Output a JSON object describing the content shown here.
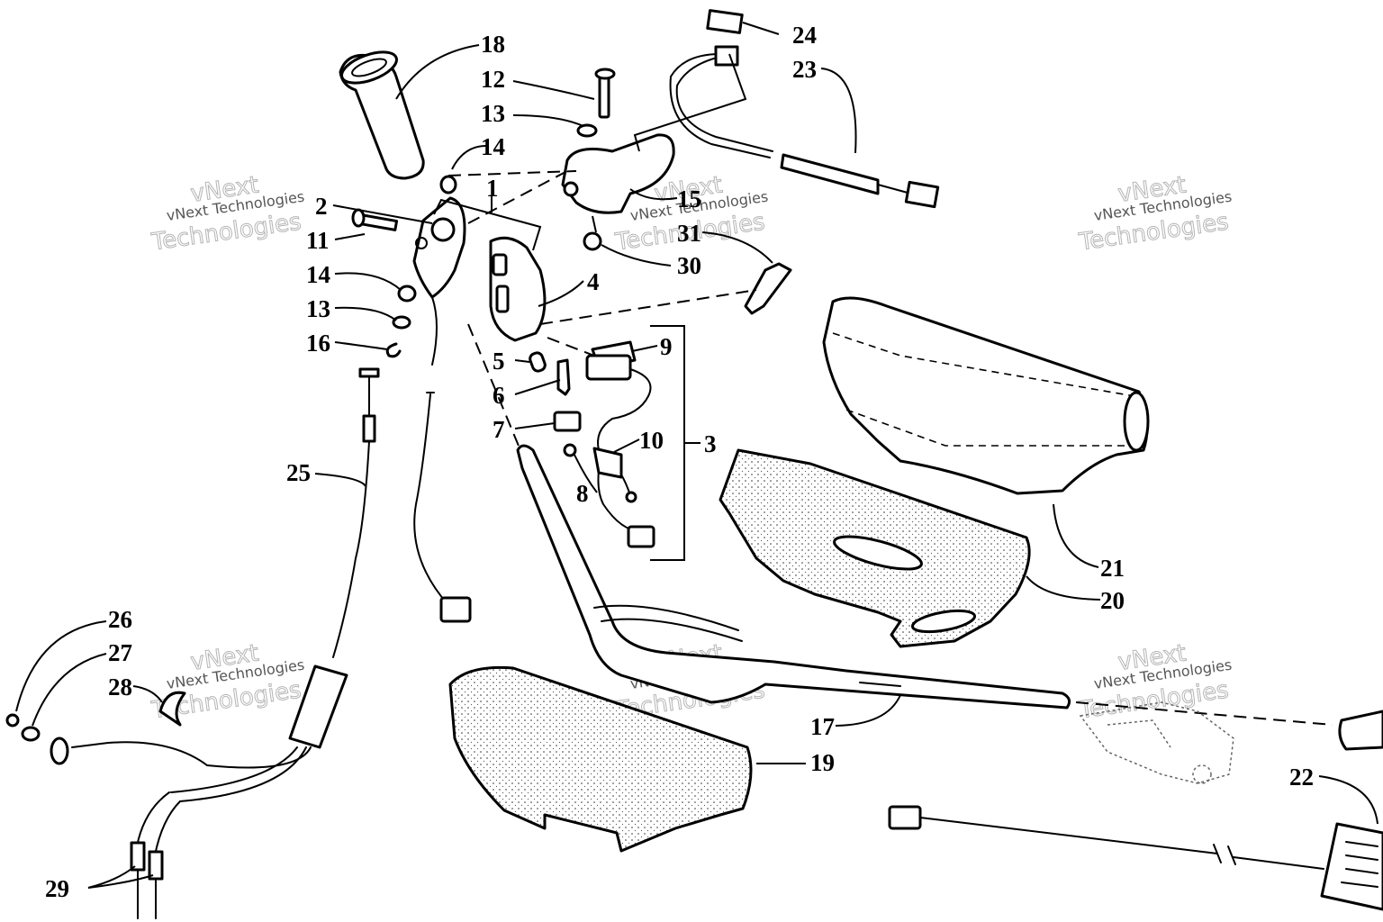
{
  "callouts": [
    {
      "id": "1",
      "label": "1"
    },
    {
      "id": "2",
      "label": "2"
    },
    {
      "id": "3",
      "label": "3"
    },
    {
      "id": "4",
      "label": "4"
    },
    {
      "id": "5",
      "label": "5"
    },
    {
      "id": "6",
      "label": "6"
    },
    {
      "id": "7",
      "label": "7"
    },
    {
      "id": "8",
      "label": "8"
    },
    {
      "id": "9",
      "label": "9"
    },
    {
      "id": "10",
      "label": "10"
    },
    {
      "id": "11",
      "label": "11"
    },
    {
      "id": "12",
      "label": "12"
    },
    {
      "id": "13a",
      "label": "13"
    },
    {
      "id": "13b",
      "label": "13"
    },
    {
      "id": "14a",
      "label": "14"
    },
    {
      "id": "14b",
      "label": "14"
    },
    {
      "id": "15",
      "label": "15"
    },
    {
      "id": "16",
      "label": "16"
    },
    {
      "id": "17",
      "label": "17"
    },
    {
      "id": "18",
      "label": "18"
    },
    {
      "id": "19",
      "label": "19"
    },
    {
      "id": "20",
      "label": "20"
    },
    {
      "id": "21",
      "label": "21"
    },
    {
      "id": "22",
      "label": "22"
    },
    {
      "id": "23",
      "label": "23"
    },
    {
      "id": "24",
      "label": "24"
    },
    {
      "id": "25",
      "label": "25"
    },
    {
      "id": "26",
      "label": "26"
    },
    {
      "id": "27",
      "label": "27"
    },
    {
      "id": "28",
      "label": "28"
    },
    {
      "id": "29",
      "label": "29"
    },
    {
      "id": "30",
      "label": "30"
    },
    {
      "id": "31",
      "label": "31"
    }
  ],
  "watermark": {
    "line1": "vNext",
    "line2": "vNext Technologies",
    "line3": "Technologies"
  }
}
